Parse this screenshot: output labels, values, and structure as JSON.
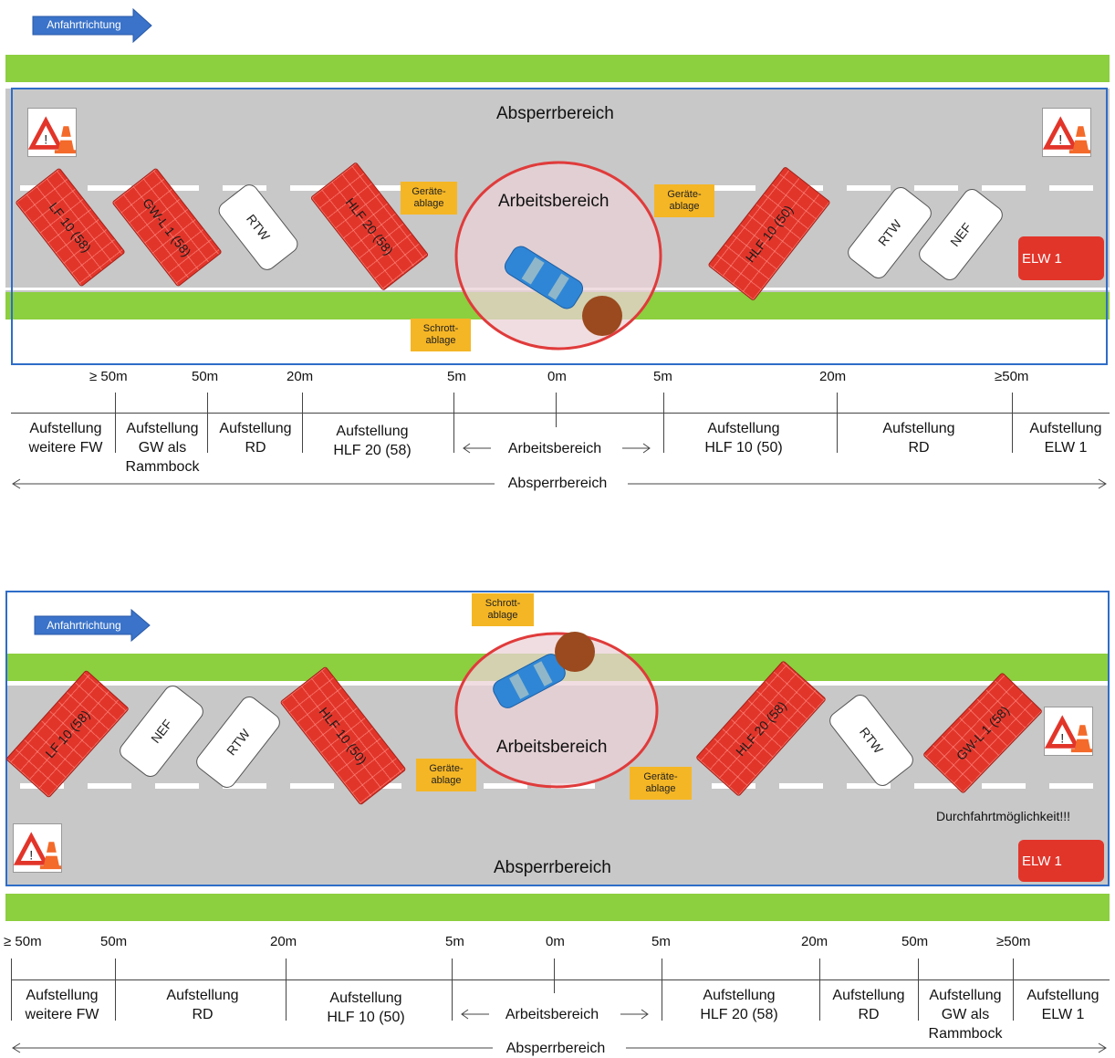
{
  "top": {
    "direction_label": "Anfahrtrichtung",
    "absperr_label": "Absperrbereich",
    "arbeits_label": "Arbeitsbereich",
    "geraete_label": "Geräte-\nablage",
    "schrott_label": "Schrott-\nablage",
    "vehicles": [
      "LF 10 (58)",
      "GW-L 1 (58)",
      "RTW",
      "HLF 20 (58)",
      "HLF 10 (50)",
      "RTW",
      "NEF",
      "ELW 1"
    ],
    "distances": [
      "≥ 50m",
      "50m",
      "20m",
      "5m",
      "0m",
      "5m",
      "20m",
      "≥50m"
    ],
    "cells": [
      "Aufstellung\nweitere FW",
      "Aufstellung\nGW als\nRammbock",
      "Aufstellung\nRD",
      "Aufstellung\nHLF 20 (58)",
      "Arbeitsbereich",
      "Aufstellung\nHLF 10 (50)",
      "Aufstellung\nRD",
      "Aufstellung\nELW 1"
    ],
    "bottom_label": "Absperrbereich"
  },
  "bottom": {
    "direction_label": "Anfahrtrichtung",
    "absperr_label": "Absperrbereich",
    "arbeits_label": "Arbeitsbereich",
    "geraete_label": "Geräte-\nablage",
    "schrott_label": "Schrott-\nablage",
    "durchfahrt_label": "Durchfahrtmöglichkeit!!!",
    "vehicles": [
      "LF 10 (58)",
      "NEF",
      "RTW",
      "HLF 10 (50)",
      "HLF 20 (58)",
      "RTW",
      "GW-L 1 (58)",
      "ELW 1"
    ],
    "distances": [
      "≥ 50m",
      "50m",
      "20m",
      "5m",
      "0m",
      "5m",
      "20m",
      "50m",
      "≥50m"
    ],
    "cells": [
      "Aufstellung\nweitere FW",
      "Aufstellung\nRD",
      "Aufstellung\nHLF 10 (50)",
      "Arbeitsbereich",
      "Aufstellung\nHLF 20 (58)",
      "Aufstellung\nRD",
      "Aufstellung\nGW als\nRammbock",
      "Aufstellung\nELW 1"
    ],
    "bottom_label": "Absperrbereich"
  },
  "colors": {
    "grass": "#8ccf3f",
    "road": "#c8c8c8",
    "fire_truck": "#e2352a",
    "frame": "#2e6dc8",
    "label_box": "#f5b625",
    "work_circle": "#e03b3b",
    "car": "#2f86d6",
    "debris": "#9a4a1e"
  }
}
